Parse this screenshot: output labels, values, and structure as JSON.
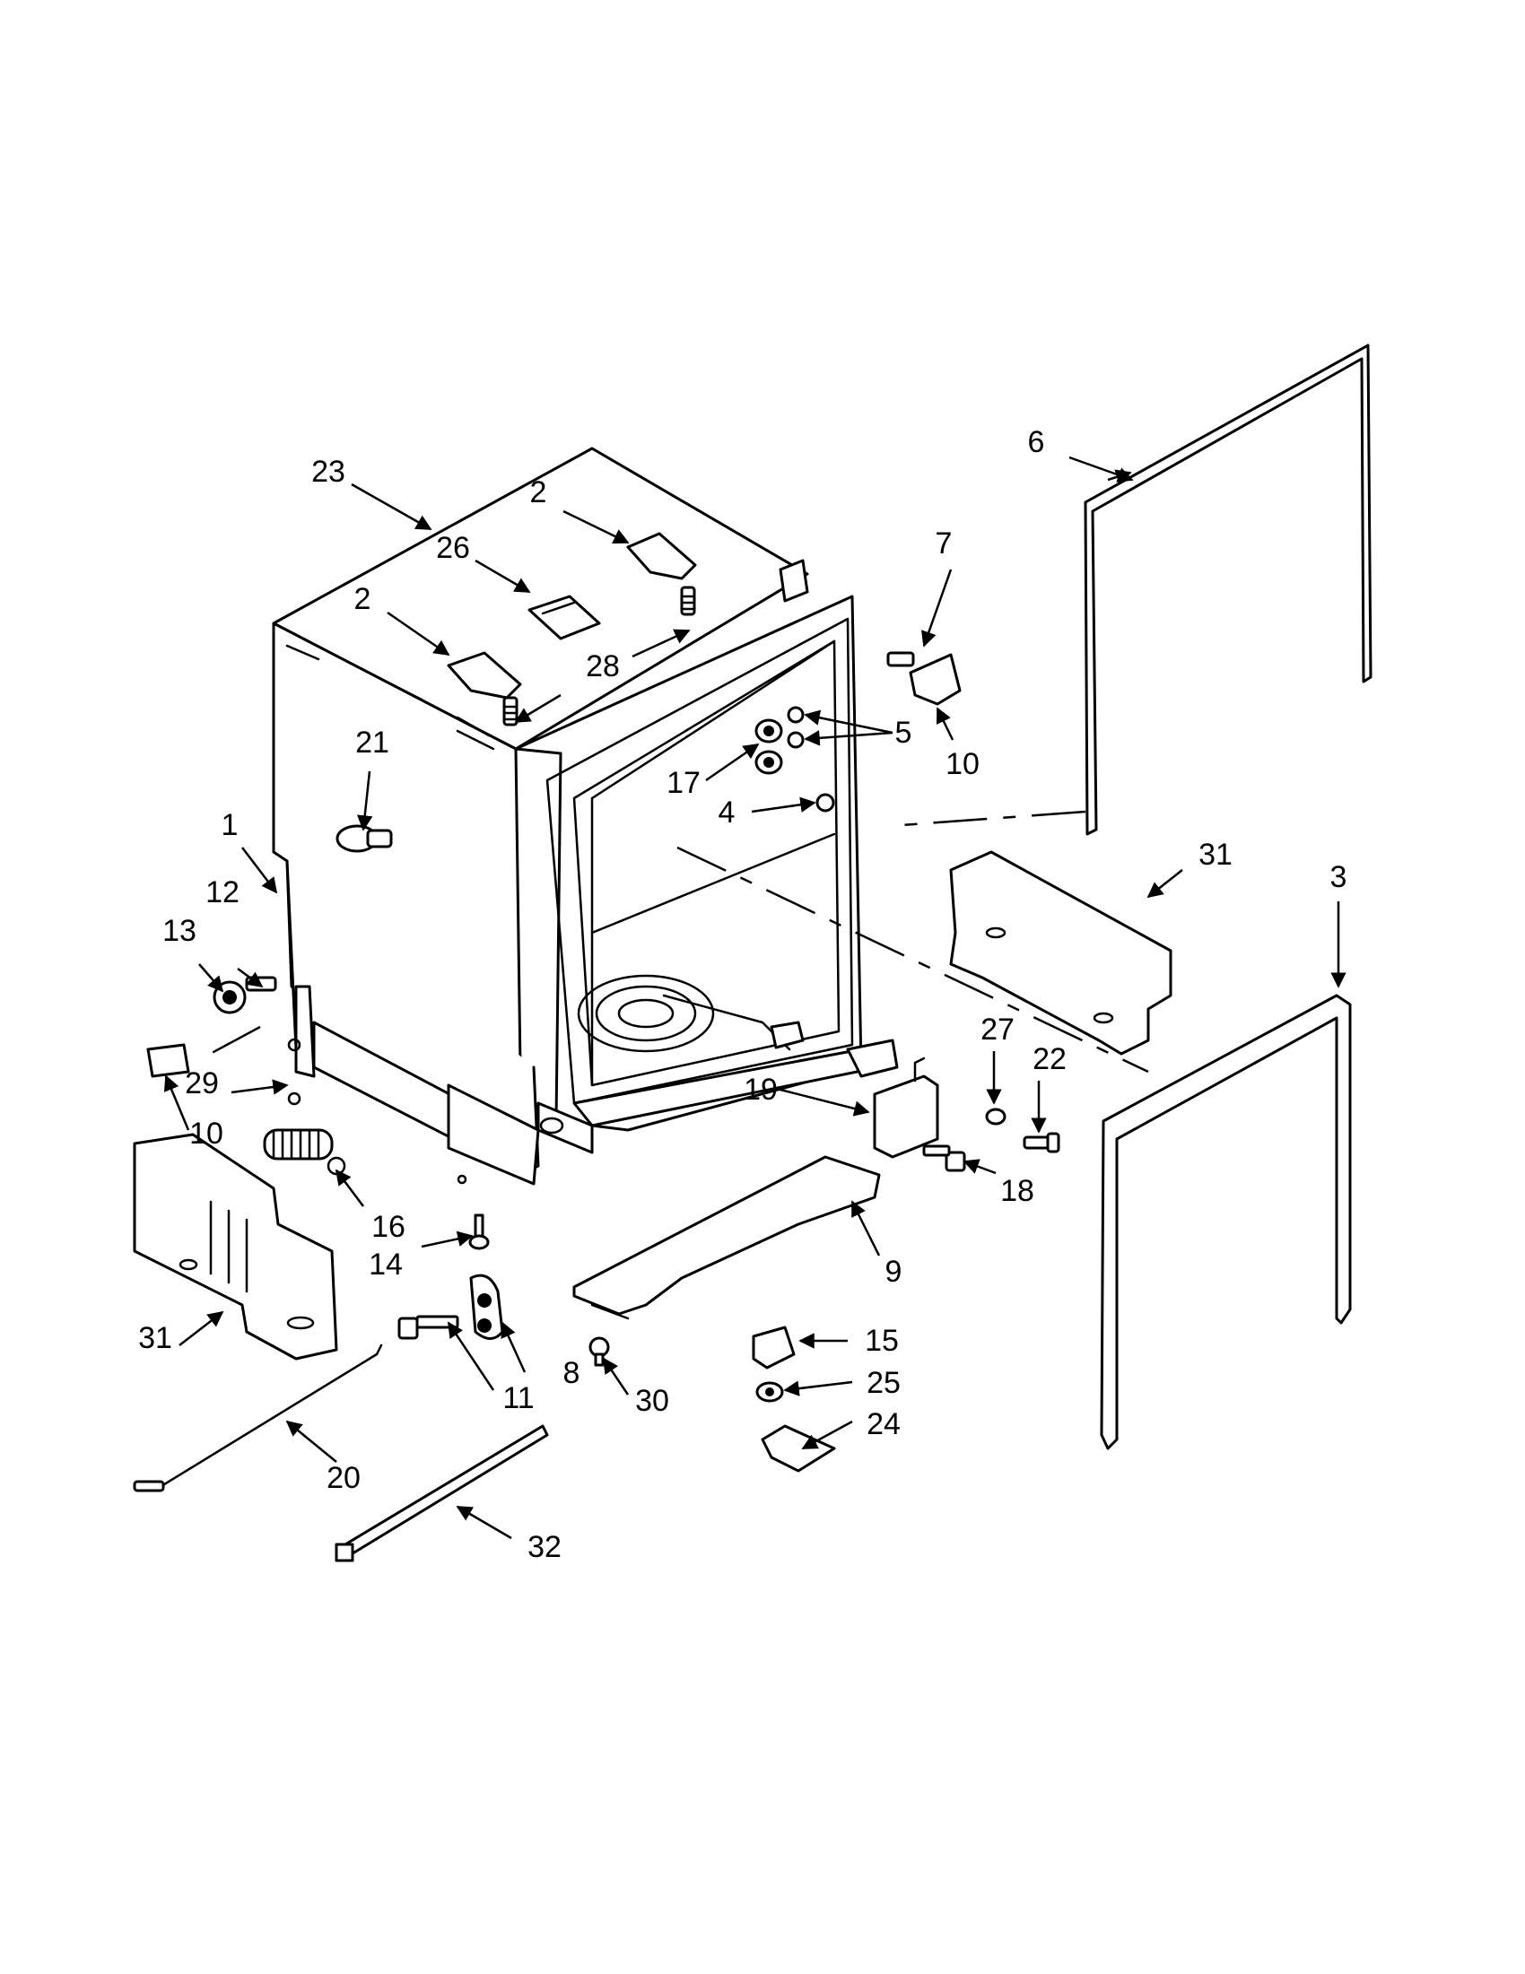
{
  "diagram": {
    "type": "exploded-parts-view",
    "callouts": {
      "c1": "1",
      "c2a": "2",
      "c2b": "2",
      "c3": "3",
      "c4": "4",
      "c5": "5",
      "c6": "6",
      "c7": "7",
      "c8": "8",
      "c9": "9",
      "c10a": "10",
      "c10b": "10",
      "c11": "11",
      "c12": "12",
      "c13": "13",
      "c14": "14",
      "c15": "15",
      "c16": "16",
      "c17": "17",
      "c18": "18",
      "c19": "19",
      "c20": "20",
      "c21": "21",
      "c22": "22",
      "c23": "23",
      "c24": "24",
      "c25": "25",
      "c26": "26",
      "c27": "27",
      "c28": "28",
      "c29": "29",
      "c30": "30",
      "c31a": "31",
      "c31b": "31",
      "c32": "32"
    }
  }
}
